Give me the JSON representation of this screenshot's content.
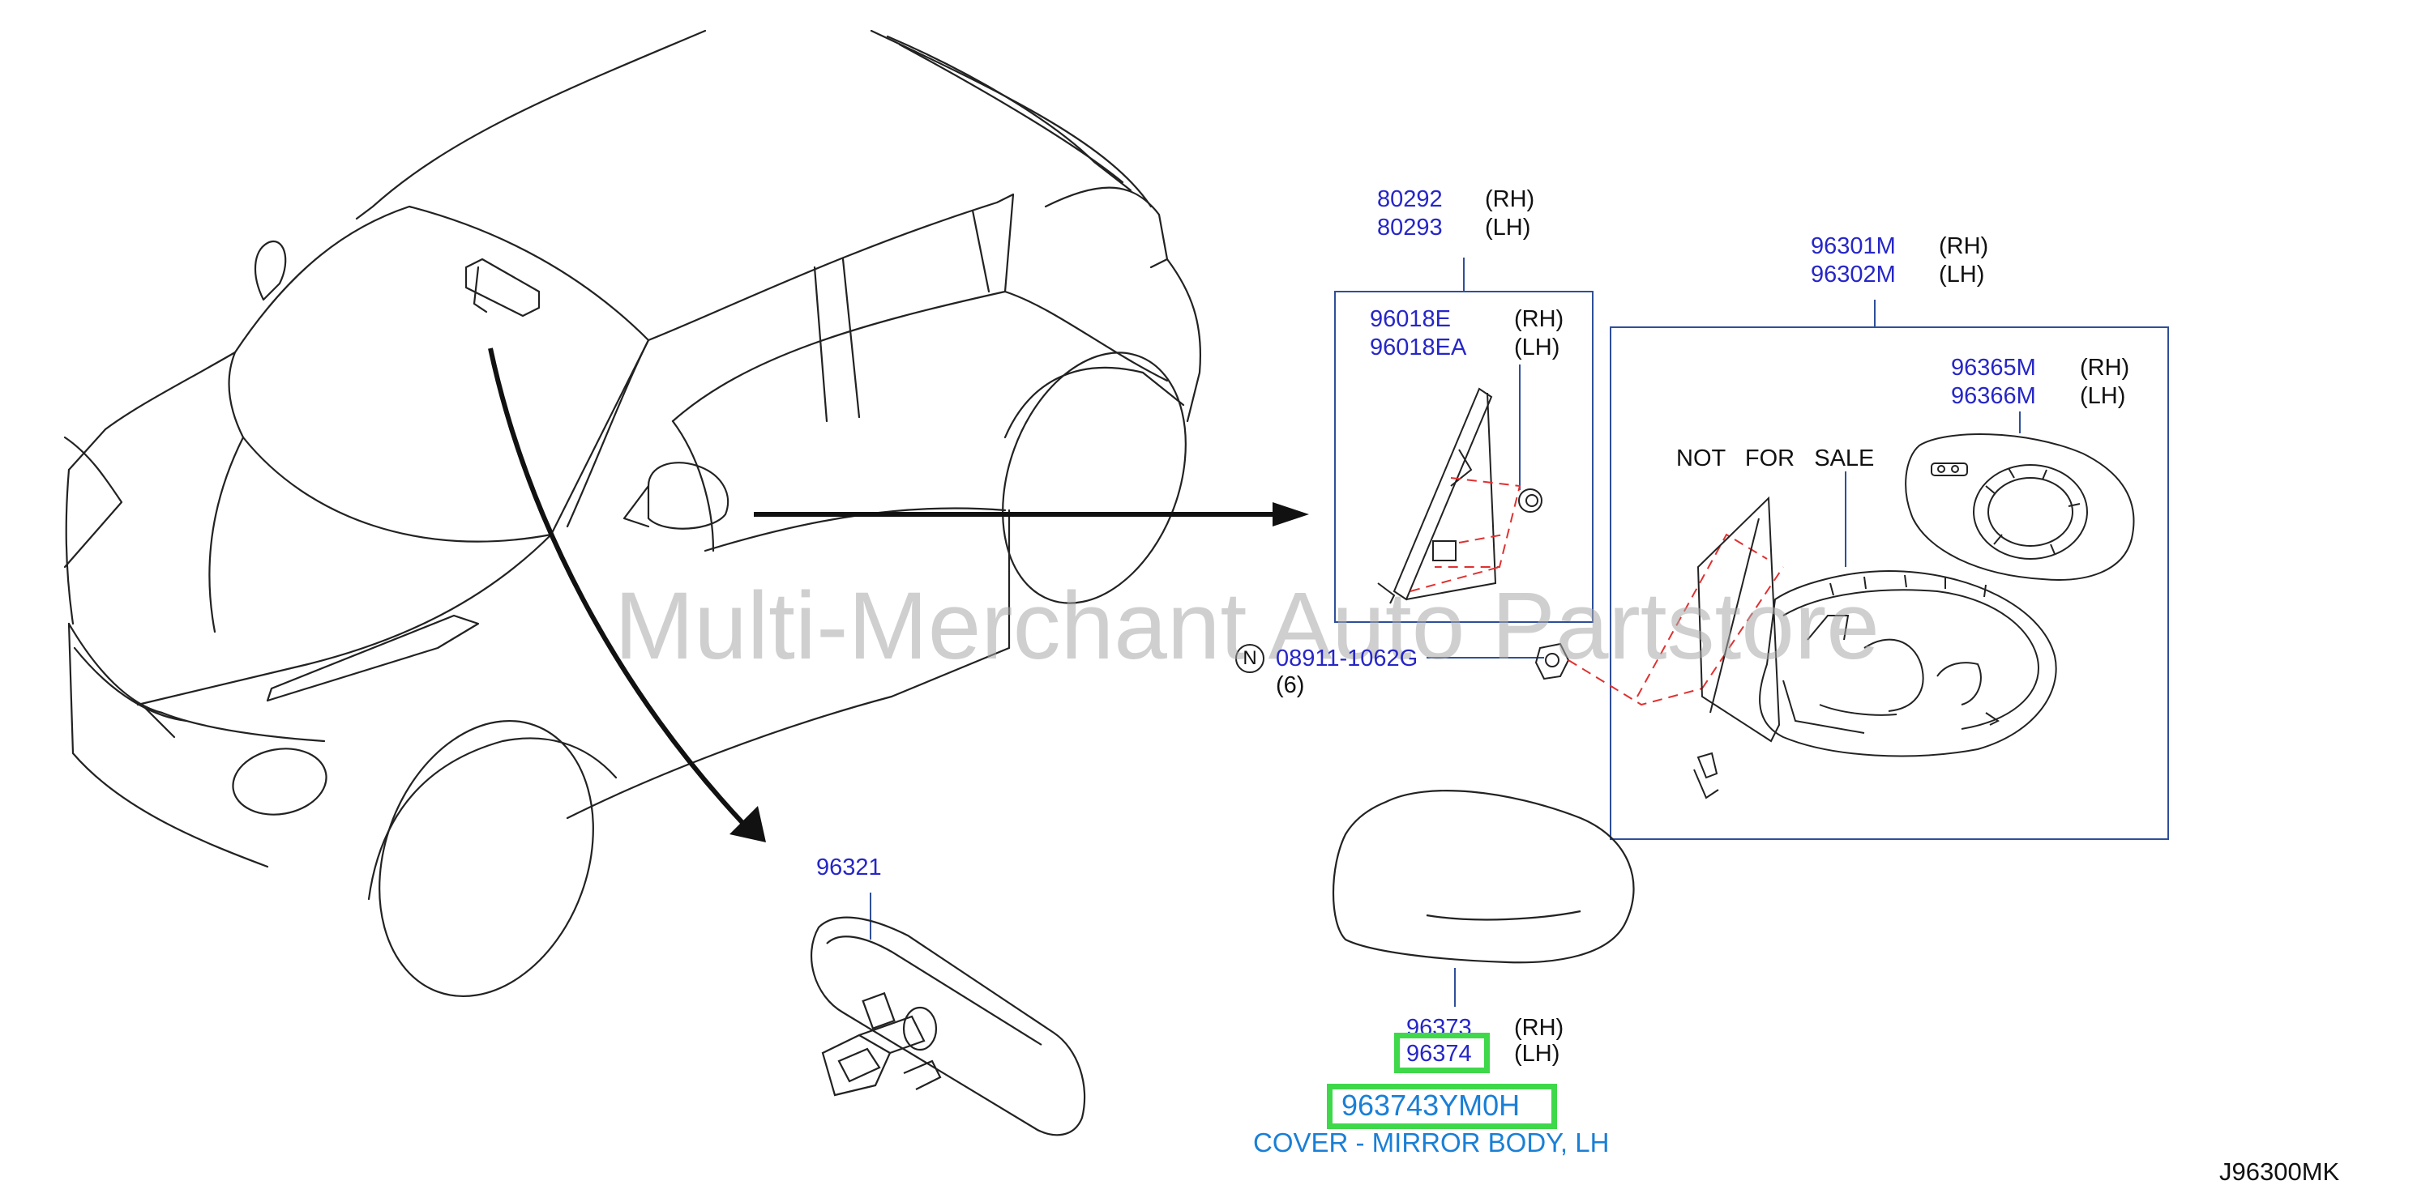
{
  "colors": {
    "part_number": "#2626c8",
    "highlight_box": "#3ed84a",
    "selected_number": "#1a7fd6",
    "dashed_line": "#e03030",
    "watermark": "#a8a8a8",
    "frame": "#2f4f9a"
  },
  "watermark": "Multi-Merchant Auto Partstore",
  "diagram_code": "J96300MK",
  "parts": {
    "p80292": {
      "number": "80292",
      "side": "(RH)"
    },
    "p80293": {
      "number": "80293",
      "side": "(LH)"
    },
    "p96018E": {
      "number": "96018E",
      "side": "(RH)"
    },
    "p96018EA": {
      "number": "96018EA",
      "side": "(LH)"
    },
    "p96301M": {
      "number": "96301M",
      "side": "(RH)"
    },
    "p96302M": {
      "number": "96302M",
      "side": "(LH)"
    },
    "p96365M": {
      "number": "96365M",
      "side": "(RH)"
    },
    "p96366M": {
      "number": "96366M",
      "side": "(LH)"
    },
    "nut": {
      "symbol": "N",
      "number": "08911-1062G",
      "qty": "(6)"
    },
    "p96321": {
      "number": "96321"
    },
    "p96373": {
      "number": "96373",
      "side": "(RH)"
    },
    "p96374": {
      "number": "96374",
      "side": "(LH)"
    }
  },
  "not_for_sale": "NOT   FOR   SALE",
  "selected": {
    "number": "963743YM0H",
    "description": "COVER - MIRROR BODY, LH"
  }
}
